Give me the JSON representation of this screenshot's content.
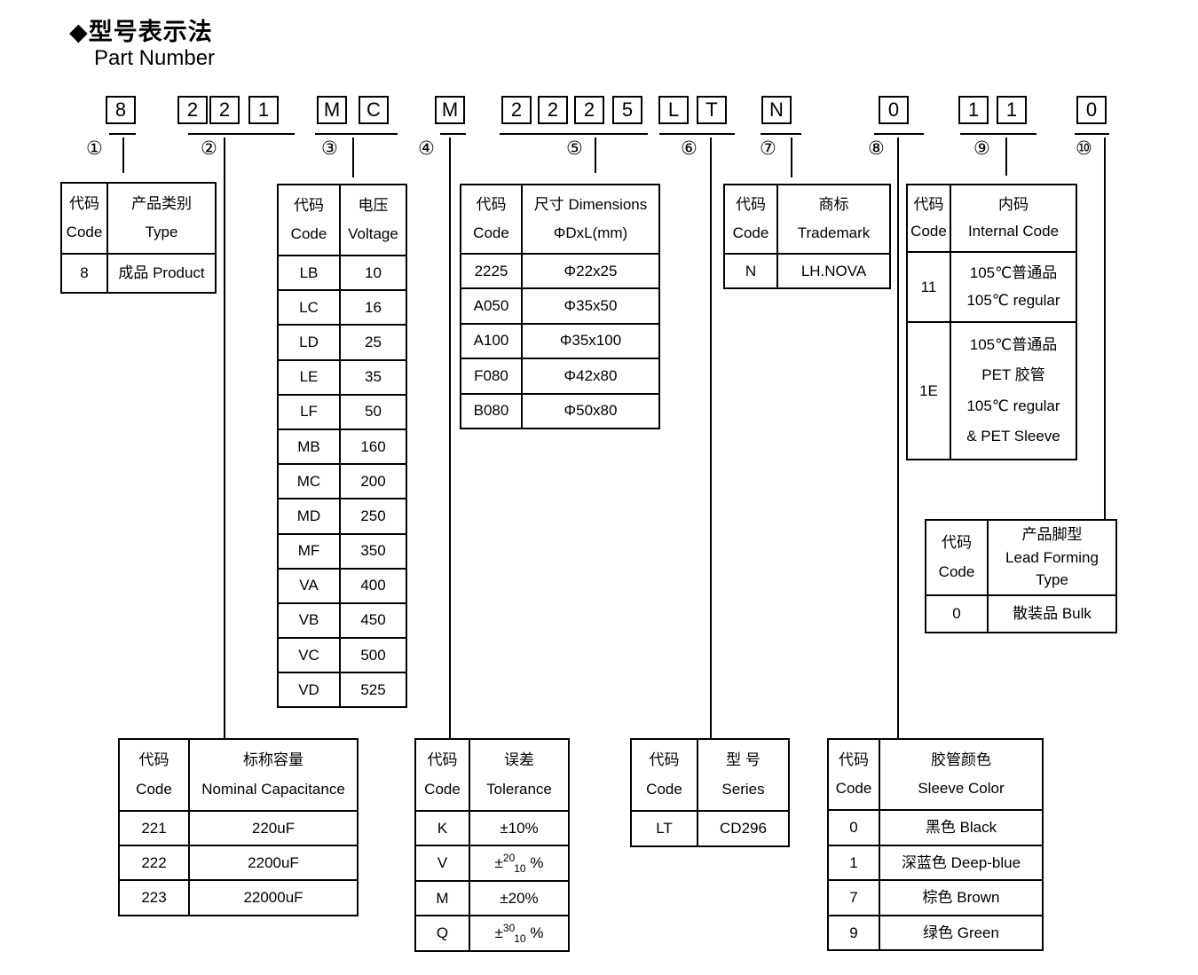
{
  "title": {
    "zh": "◆型号表示法",
    "en": "Part Number"
  },
  "part_number_boxes": [
    "8",
    "2",
    "2",
    "1",
    "M",
    "C",
    "M",
    "2",
    "2",
    "2",
    "5",
    "L",
    "T",
    "N",
    "0",
    "1",
    "1",
    "0"
  ],
  "markers": [
    "①",
    "②",
    "③",
    "④",
    "⑤",
    "⑥",
    "⑦",
    "⑧",
    "⑨",
    "⑩"
  ],
  "tables": {
    "type": {
      "header": [
        [
          "代码",
          "Code"
        ],
        [
          "产品类别",
          "Type"
        ]
      ],
      "rows": [
        [
          "8",
          "成品 Product"
        ]
      ]
    },
    "voltage": {
      "header": [
        [
          "代码",
          "Code"
        ],
        [
          "电压",
          "Voltage"
        ]
      ],
      "rows": [
        [
          "LB",
          "10"
        ],
        [
          "LC",
          "16"
        ],
        [
          "LD",
          "25"
        ],
        [
          "LE",
          "35"
        ],
        [
          "LF",
          "50"
        ],
        [
          "MB",
          "160"
        ],
        [
          "MC",
          "200"
        ],
        [
          "MD",
          "250"
        ],
        [
          "MF",
          "350"
        ],
        [
          "VA",
          "400"
        ],
        [
          "VB",
          "450"
        ],
        [
          "VC",
          "500"
        ],
        [
          "VD",
          "525"
        ]
      ]
    },
    "dimensions": {
      "header": [
        [
          "代码",
          "Code"
        ],
        [
          "尺寸 Dimensions",
          "ΦDxL(mm)"
        ]
      ],
      "rows": [
        [
          "2225",
          "Φ22x25"
        ],
        [
          "A050",
          "Φ35x50"
        ],
        [
          "A100",
          "Φ35x100"
        ],
        [
          "F080",
          "Φ42x80"
        ],
        [
          "B080",
          "Φ50x80"
        ]
      ]
    },
    "trademark": {
      "header": [
        [
          "代码",
          "Code"
        ],
        [
          "商标",
          "Trademark"
        ]
      ],
      "rows": [
        [
          "N",
          "LH.NOVA"
        ]
      ]
    },
    "internal": {
      "header": [
        [
          "代码",
          "Code"
        ],
        [
          "内码",
          "Internal Code"
        ]
      ],
      "rows": [
        [
          "11",
          [
            "105℃普通品",
            "105℃ regular"
          ]
        ],
        [
          "1E",
          [
            "105℃普通品",
            "PET 胶管",
            "105℃ regular",
            "& PET Sleeve"
          ]
        ]
      ]
    },
    "lead_forming": {
      "header": [
        [
          "代码",
          "Code"
        ],
        [
          "产品脚型",
          "Lead Forming",
          "Type"
        ]
      ],
      "rows": [
        [
          "0",
          "散装品 Bulk"
        ]
      ]
    },
    "capacitance": {
      "header": [
        [
          "代码",
          "Code"
        ],
        [
          "标称容量",
          "Nominal Capacitance"
        ]
      ],
      "rows": [
        [
          "221",
          "220uF"
        ],
        [
          "222",
          "2200uF"
        ],
        [
          "223",
          "22000uF"
        ]
      ]
    },
    "tolerance": {
      "header": [
        [
          "代码",
          "Code"
        ],
        [
          "误差",
          "Tolerance"
        ]
      ],
      "rows": [
        [
          "K",
          "±10%"
        ],
        [
          "V",
          {
            "pm": "±",
            "sup": "20",
            "sub": "10",
            "pct": " %"
          }
        ],
        [
          "M",
          "±20%"
        ],
        [
          "Q",
          {
            "pm": "±",
            "sup": "30",
            "sub": "10",
            "pct": " %"
          }
        ]
      ]
    },
    "series": {
      "header": [
        [
          "代码",
          "Code"
        ],
        [
          "型 号",
          "Series"
        ]
      ],
      "rows": [
        [
          "LT",
          "CD296"
        ]
      ]
    },
    "sleeve_color": {
      "header": [
        [
          "代码",
          "Code"
        ],
        [
          "胶管颜色",
          "Sleeve Color"
        ]
      ],
      "rows": [
        [
          "0",
          "黑色 Black"
        ],
        [
          "1",
          "深蓝色 Deep-blue"
        ],
        [
          "7",
          "棕色 Brown"
        ],
        [
          "9",
          "绿色 Green"
        ]
      ]
    }
  }
}
